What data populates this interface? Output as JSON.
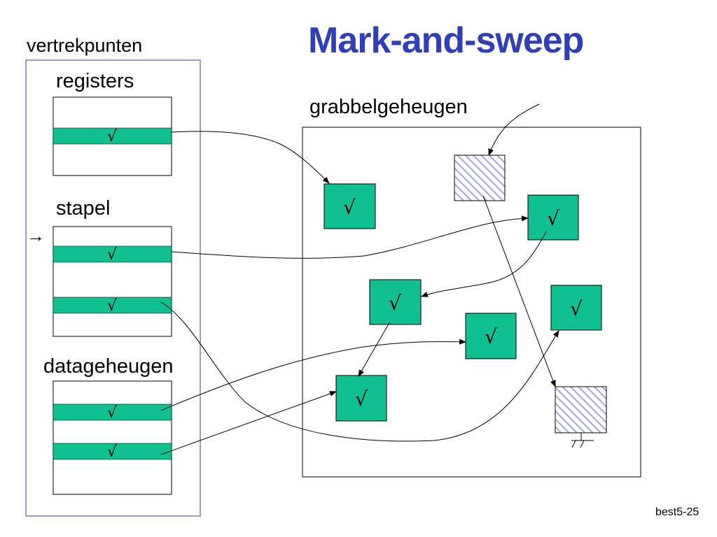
{
  "slide": {
    "title": "Mark-and-sweep",
    "page_number": "best5-25"
  },
  "roots": {
    "label": "vertrekpunten",
    "registers": {
      "label": "registers",
      "slots": [
        "√"
      ]
    },
    "stack": {
      "label": "stapel",
      "pointer_symbol": "→",
      "slots": [
        "√",
        "√"
      ]
    },
    "data_memory": {
      "label": "datageheugen",
      "slots": [
        "√",
        "√"
      ]
    }
  },
  "heap": {
    "label": "grabbelgeheugen",
    "marked_objects": [
      "√",
      "√",
      "√",
      "√",
      "√",
      "√"
    ],
    "unmarked_objects": 2,
    "colors": {
      "marked_fill": "#10c090",
      "unmarked_hatch": "#9aa8e8",
      "roots_border": "#3a3ab0",
      "title": "#2f3fb8"
    },
    "icons": [
      "null-pointer-ground-icon"
    ]
  }
}
